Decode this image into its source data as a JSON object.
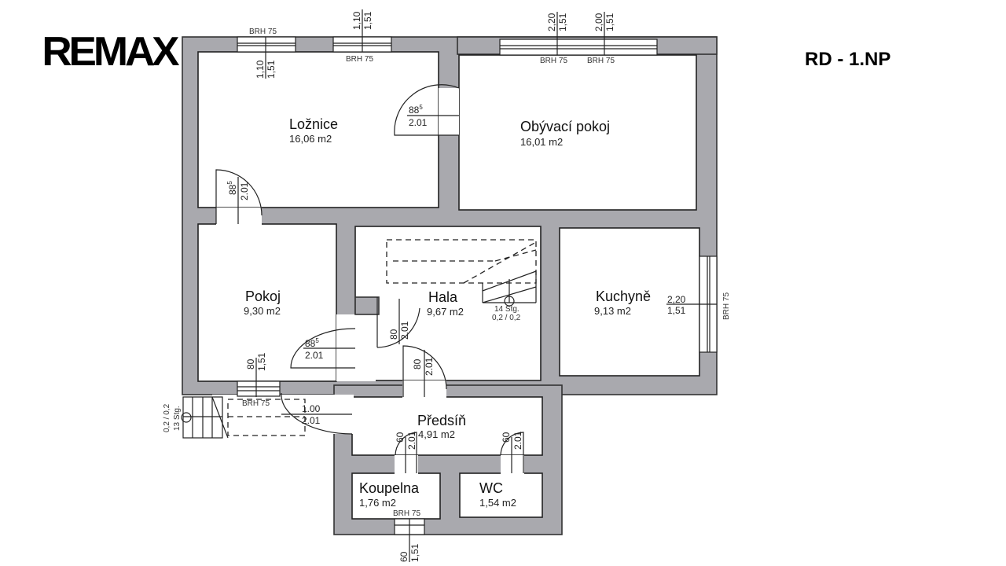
{
  "brand": {
    "logo_text": "RE/MAX",
    "logo_display": "REMAX"
  },
  "plan_title": "RD - 1.NP",
  "colors": {
    "wall": "#a9a9ae",
    "line": "#222222",
    "background": "#ffffff"
  },
  "rooms": [
    {
      "id": "loznice",
      "name": "Ložnice",
      "area": "16,06 m2"
    },
    {
      "id": "obyvaci-pokoj",
      "name": "Obývací pokoj",
      "area": "16,01 m2"
    },
    {
      "id": "pokoj",
      "name": "Pokoj",
      "area": "9,30 m2"
    },
    {
      "id": "hala",
      "name": "Hala",
      "area": "9,67 m2"
    },
    {
      "id": "kuchyne",
      "name": "Kuchyně",
      "area": "9,13 m2"
    },
    {
      "id": "predsin",
      "name": "Předsíň",
      "area": "4,91 m2"
    },
    {
      "id": "koupelna",
      "name": "Koupelna",
      "area": "1,76 m2"
    },
    {
      "id": "wc",
      "name": "WC",
      "area": "1,54 m2"
    }
  ],
  "windows": [
    {
      "id": "loznice-left",
      "label": "BRH 75",
      "width": "1,10",
      "height": "1,51"
    },
    {
      "id": "loznice-right",
      "label": "BRH 75",
      "width": "1,10",
      "height": "1,51"
    },
    {
      "id": "obyvaci-a",
      "label": "BRH 75",
      "width": "2,20",
      "height": "1,51"
    },
    {
      "id": "obyvaci-b",
      "label": "BRH 75",
      "width": "2,00",
      "height": "1,51"
    },
    {
      "id": "kuchyne",
      "label": "BRH 75",
      "width": "2,20",
      "height": "1,51"
    },
    {
      "id": "pokoj",
      "label": "BRH 75",
      "width": "80",
      "height": "1,51"
    },
    {
      "id": "koupelna",
      "label": "BRH 75",
      "width": "60",
      "height": "1,51"
    }
  ],
  "doors": [
    {
      "id": "loznice-obyvaci",
      "width": "88",
      "width_sup": "5",
      "height": "2.01"
    },
    {
      "id": "loznice-hall",
      "width": "88",
      "width_sup": "5",
      "height": "2.01"
    },
    {
      "id": "pokoj",
      "width": "88",
      "width_sup": "5",
      "height": "2.01"
    },
    {
      "id": "hala-a",
      "width": "80",
      "height": "2.01"
    },
    {
      "id": "hala-b",
      "width": "80",
      "height": "2.01"
    },
    {
      "id": "entrance",
      "width": "1.00",
      "height": "2.01"
    },
    {
      "id": "koupelna",
      "width": "60",
      "height": "2.01"
    },
    {
      "id": "wc",
      "width": "60",
      "height": "2.01"
    }
  ],
  "stairs": [
    {
      "id": "interior",
      "steps": "14 Stg.",
      "ratio": "0,2 / 0,2"
    },
    {
      "id": "exterior",
      "steps": "13 Stg.",
      "ratio": "0,2 / 0,2"
    }
  ]
}
